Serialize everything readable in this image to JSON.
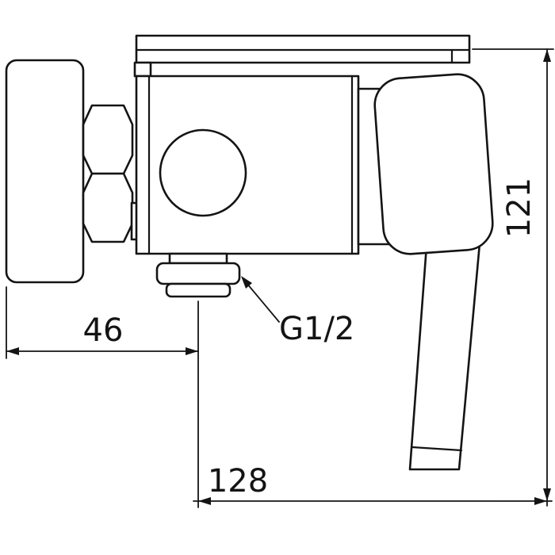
{
  "colors": {
    "line": "#141414",
    "background": "#ffffff"
  },
  "drawing": {
    "type": "technical-drawing",
    "subject": "shower-mixer-faucet-side-view",
    "dim_flange_to_outlet": "46",
    "thread_callout": "G1/2",
    "dim_overall_height": "121",
    "dim_overall_width": "128"
  }
}
